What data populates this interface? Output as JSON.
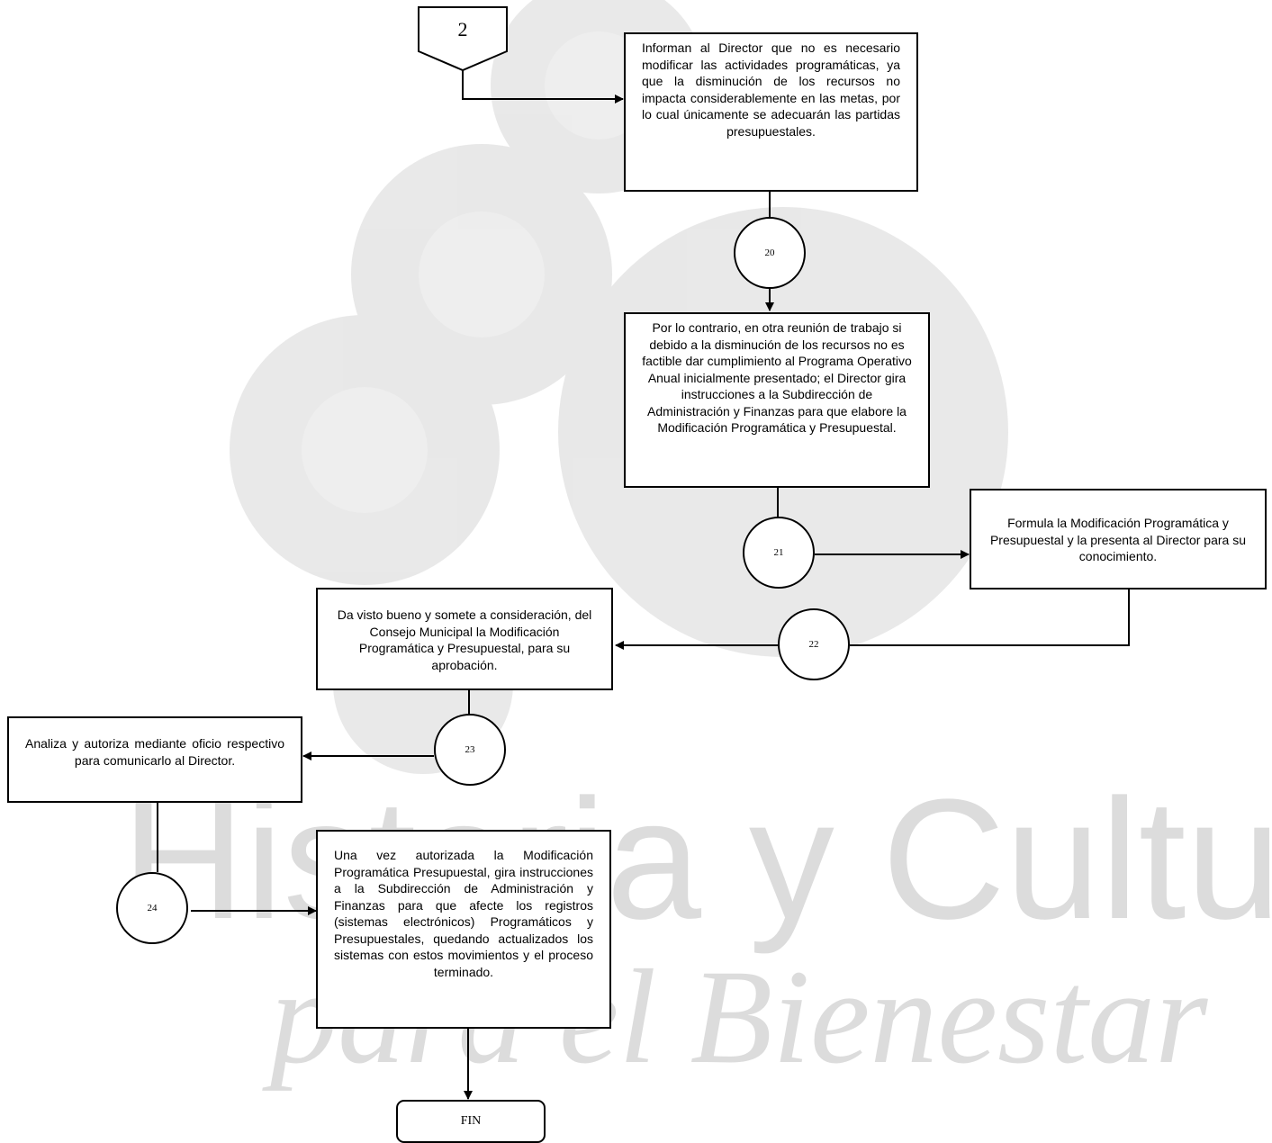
{
  "connector_in": {
    "label": "2"
  },
  "steps": [
    {
      "number": "20",
      "text": "Informan al Director que no es necesario modificar las actividades programáticas, ya que la disminución de los recursos no impacta considerablemente en las metas, por lo cual únicamente se adecuarán las partidas presupuestales."
    },
    {
      "number": "21",
      "text": "Por lo contrario, en otra reunión de trabajo si debido a la disminución de los recursos no es factible dar cumplimiento al Programa Operativo Anual inicialmente presentado; el Director gira instrucciones a la Subdirección de Administración y Finanzas para que elabore la Modificación Programática y Presupuestal."
    },
    {
      "number": "22",
      "text": "Formula la Modificación Programática y Presupuestal y la presenta al Director para su conocimiento."
    },
    {
      "number": "23",
      "text": "Da visto bueno y somete a consideración, del Consejo Municipal la Modificación Programática y Presupuestal, para su aprobación."
    },
    {
      "number": "24",
      "text": "Analiza y autoriza mediante oficio respectivo para comunicarlo al Director."
    },
    {
      "number": "",
      "text": "Una vez autorizada la Modificación Programática Presupuestal, gira instrucciones a la Subdirección de Administración y Finanzas para que afecte los registros (sistemas electrónicos) Programáticos y Presupuestales, quedando actualizados los sistemas con estos movimientos y el proceso terminado."
    }
  ],
  "end": {
    "label": "FIN"
  },
  "watermark": {
    "line1": "Historia y Cultura...",
    "line2": "para el Bienestar",
    "color": "#8c8c8c"
  }
}
